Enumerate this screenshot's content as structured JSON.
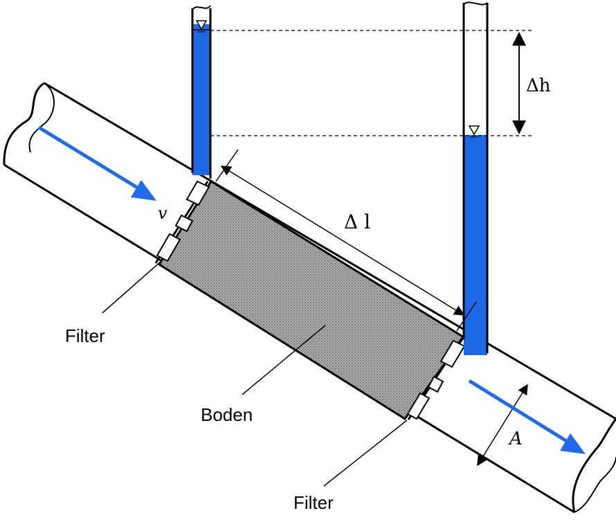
{
  "labels": {
    "velocity": "v",
    "delta_l": "Δ l",
    "delta_h": "Δh",
    "area": "A",
    "filter_left": "Filter",
    "filter_right": "Filter",
    "soil": "Boden"
  },
  "colors": {
    "water": "#1e6ae6",
    "arrow": "#1f6be8",
    "soil": "#9a9a9a",
    "line": "#000000"
  },
  "icons": {
    "water_level_marker": "triangle-down-icon"
  }
}
